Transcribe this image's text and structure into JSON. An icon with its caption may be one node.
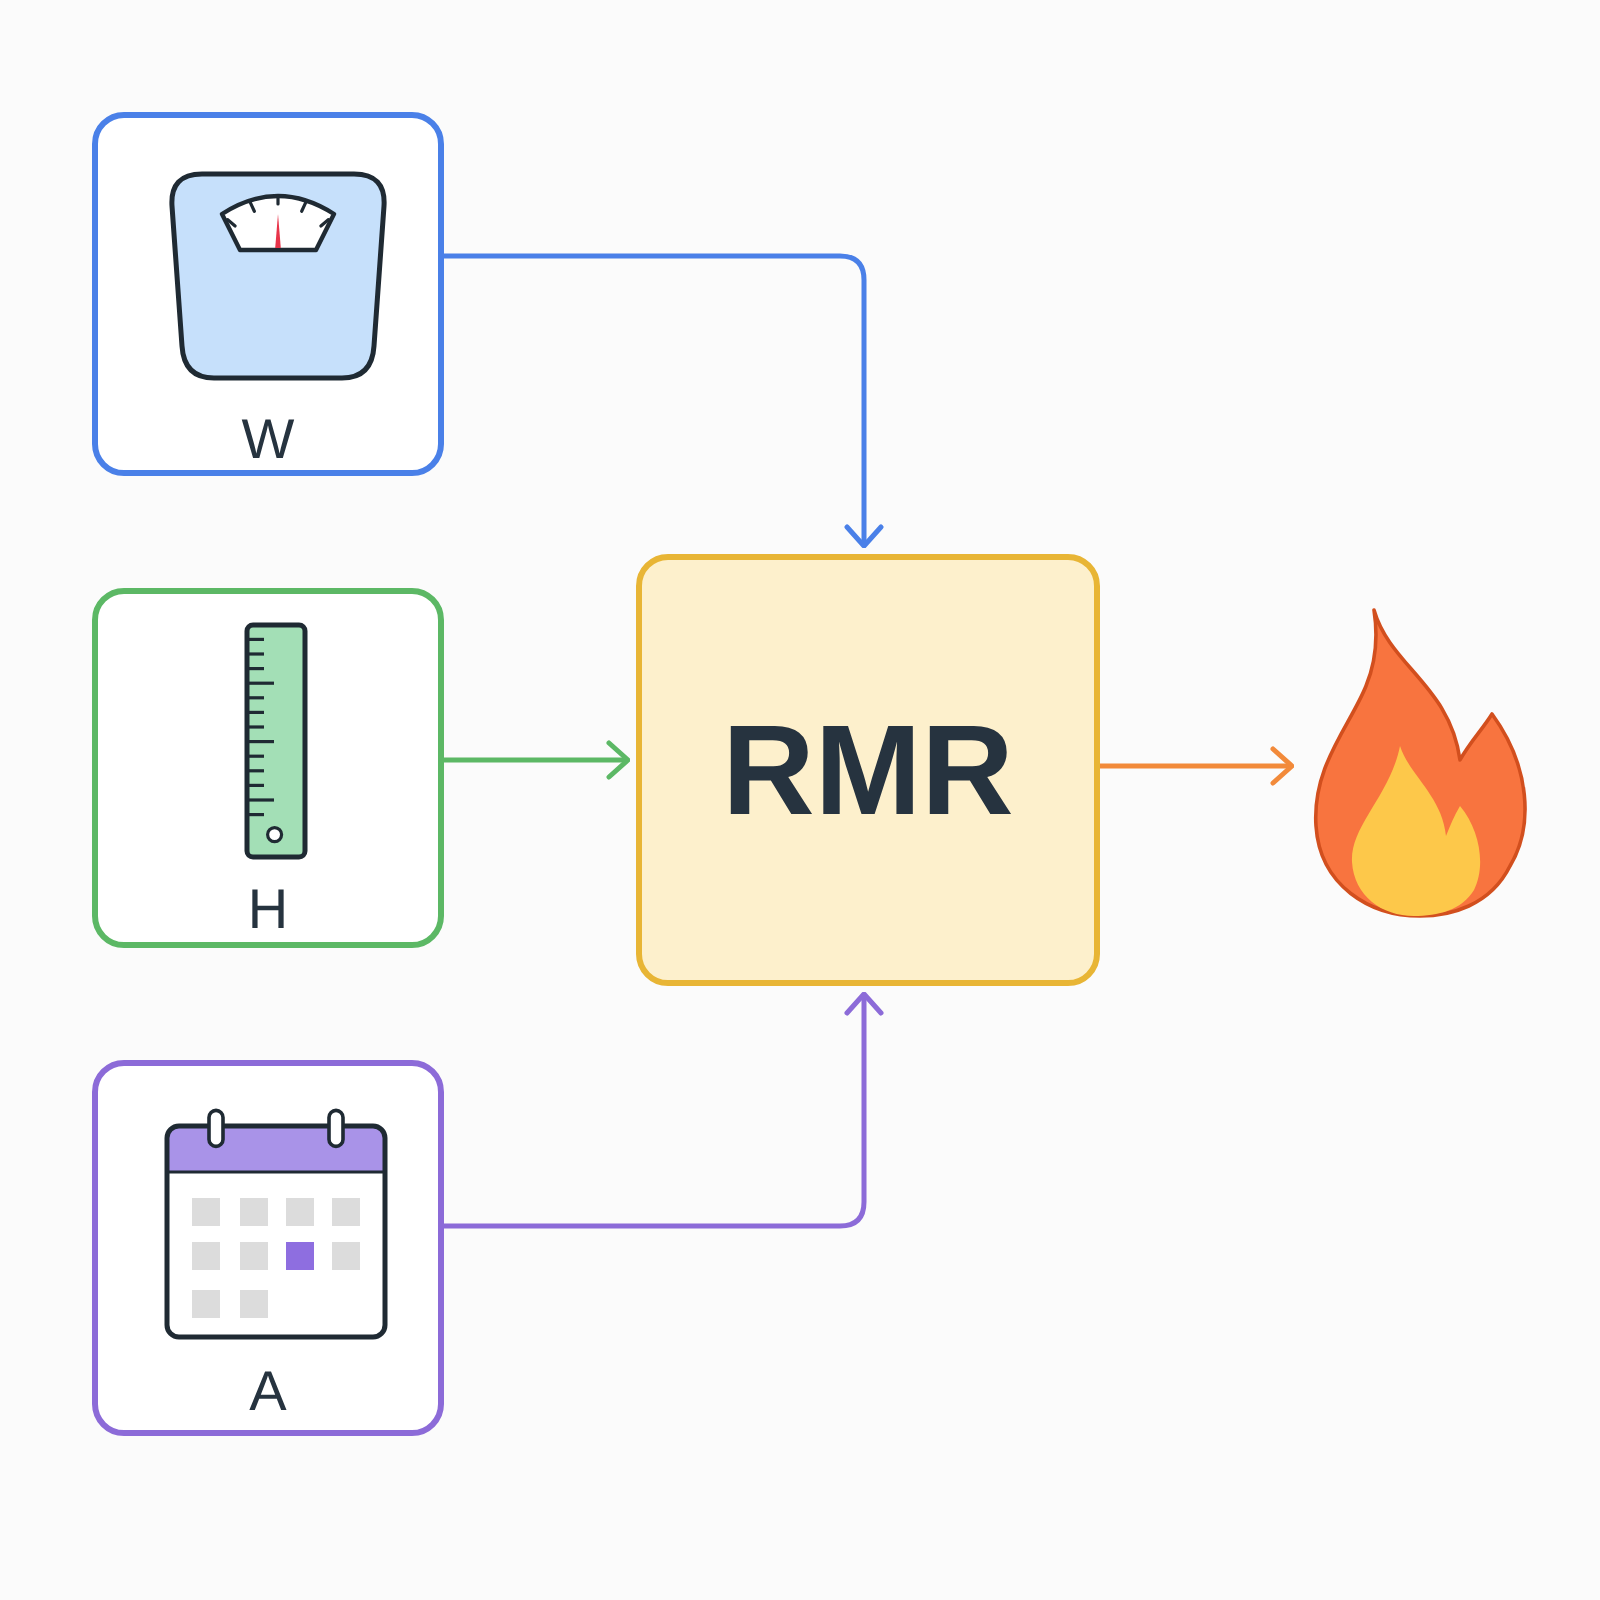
{
  "diagram": {
    "nodes": [
      {
        "text": [
          "W"
        ]
      },
      {
        "text": [
          "H"
        ]
      },
      {
        "text": [
          "A"
        ]
      },
      {
        "text": [
          "RMR"
        ]
      },
      {
        "text": [],
        "shape": "picture"
      }
    ],
    "edges": [
      {
        "from": 0,
        "to": 3,
        "arrow": "to",
        "color": "#4a80e8"
      },
      {
        "from": 1,
        "to": 3,
        "arrow": "to",
        "color": "#5cb865"
      },
      {
        "from": 2,
        "to": 3,
        "arrow": "to",
        "color": "#8c6bd8"
      },
      {
        "from": 3,
        "to": 4,
        "arrow": "to",
        "color": "#f28a3a"
      }
    ]
  }
}
